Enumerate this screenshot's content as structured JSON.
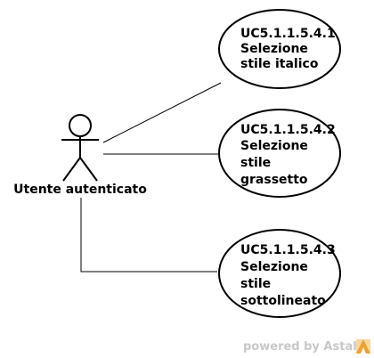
{
  "actor": {
    "name": "Utente autenticato"
  },
  "use_cases": [
    {
      "lines": [
        "UC5.1.1.5.4.1",
        "Selezione",
        "stile italico"
      ]
    },
    {
      "lines": [
        "UC5.1.1.5.4.2",
        "Selezione",
        "stile",
        "grassetto"
      ]
    },
    {
      "lines": [
        "UC5.1.1.5.4.3",
        "Selezione",
        "stile",
        "sottolineato"
      ]
    }
  ],
  "watermark": {
    "text": "powered by Astah"
  },
  "colors": {
    "stroke": "#000000",
    "watermark": "#c8c8c8",
    "logo_orange": "#f0a030",
    "logo_light": "#f8d8a0"
  }
}
